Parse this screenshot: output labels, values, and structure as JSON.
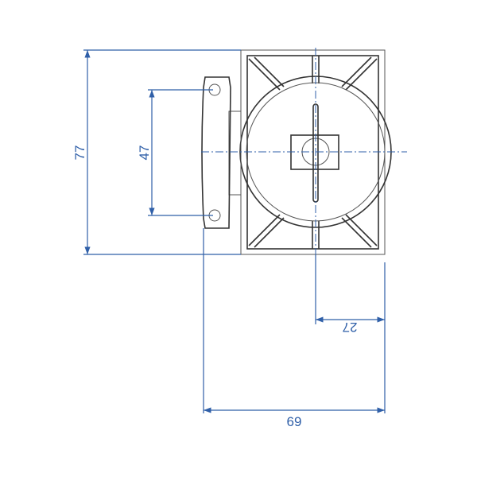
{
  "dimensions": {
    "height_total": "77",
    "hole_spacing": "47",
    "center_offset": "27",
    "width_total": "69"
  },
  "colors": {
    "dimension": "#2f5fa8",
    "part": "#333333"
  }
}
